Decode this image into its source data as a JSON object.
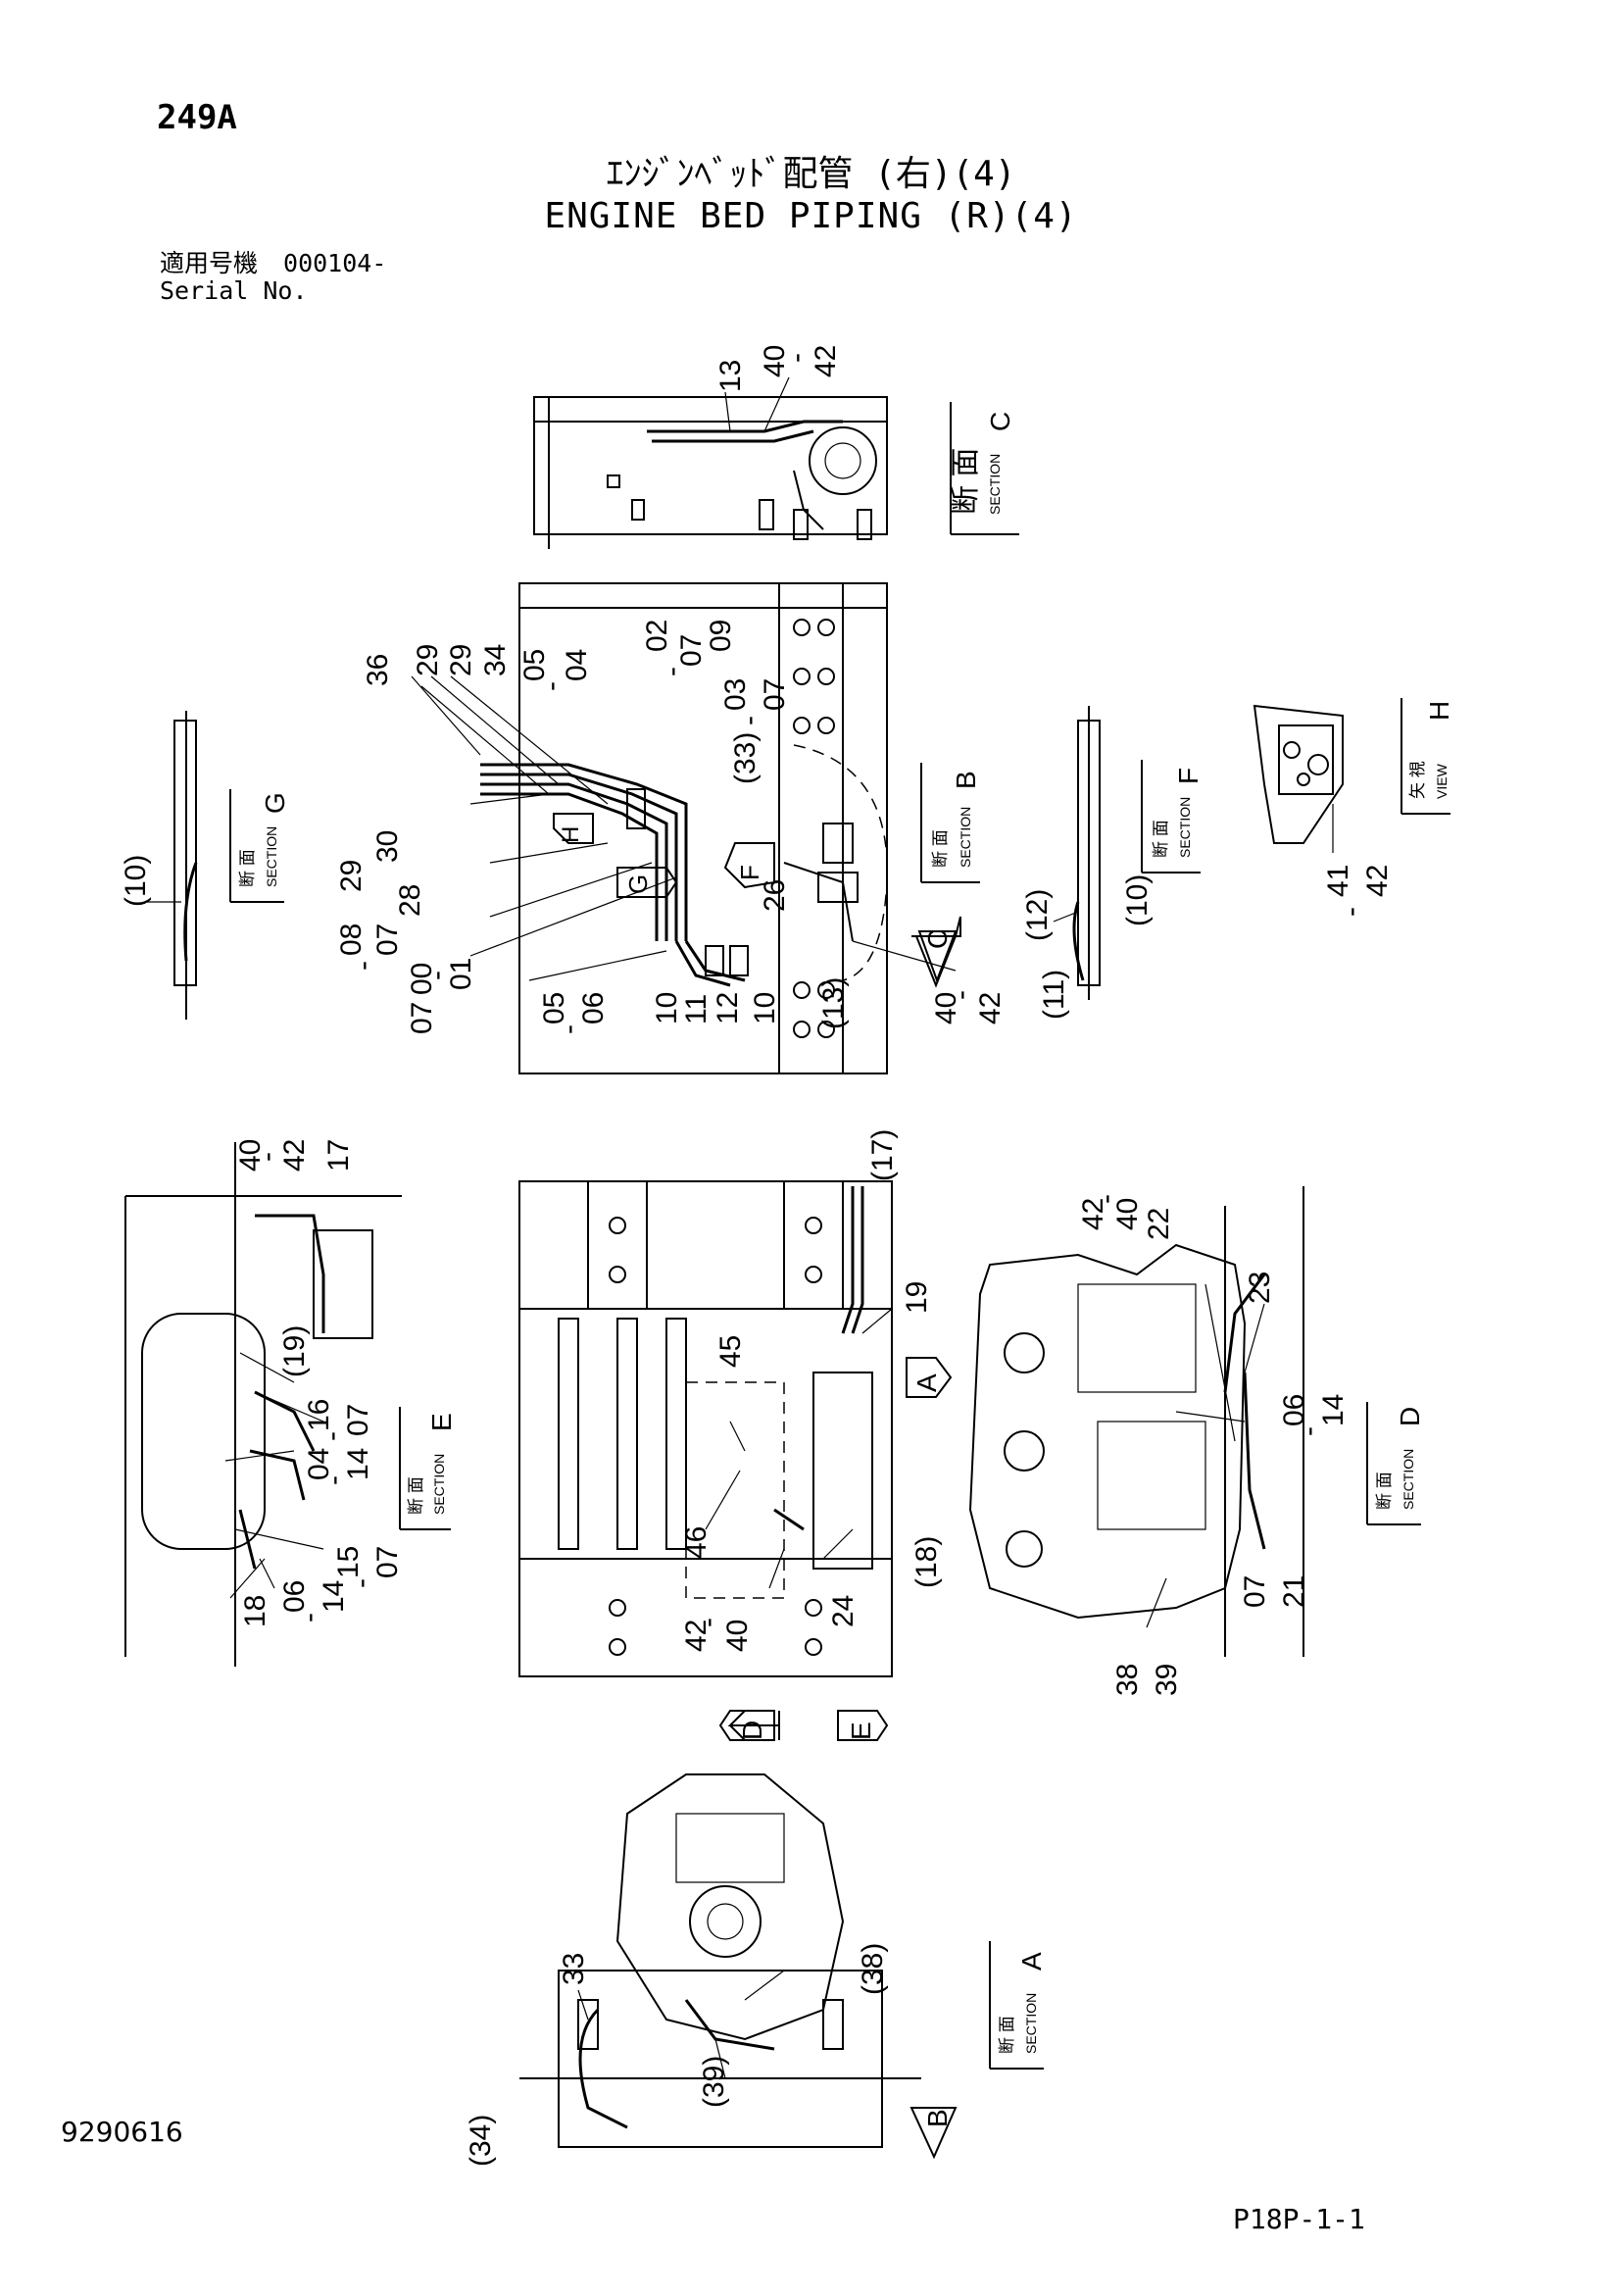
{
  "header": {
    "page_number": "249A",
    "title_jp": "ｴﾝｼﾞﾝﾍﾞｯﾄﾞ配管 (右)(4)",
    "title_en": "ENGINE BED PIPING (R)(4)",
    "serial_label_jp": "適用号機",
    "serial_value": "000104-",
    "serial_label_en": "Serial No."
  },
  "footer": {
    "doc_code": "9290616",
    "page_code": "P18P-1-1"
  },
  "sections": {
    "C": {
      "jp": "断 面",
      "en": "SECTION",
      "letter": "C"
    },
    "B": {
      "jp": "断 面",
      "en": "SECTION",
      "letter": "B"
    },
    "G": {
      "jp": "断 面",
      "en": "SECTION",
      "letter": "G"
    },
    "F": {
      "jp": "断 面",
      "en": "SECTION",
      "letter": "F"
    },
    "H": {
      "jp": "矢 視",
      "en": "VIEW",
      "letter": "H"
    },
    "E": {
      "jp": "断 面",
      "en": "SECTION",
      "letter": "E"
    },
    "D": {
      "jp": "断 面",
      "en": "SECTION",
      "letter": "D"
    },
    "A": {
      "jp": "断 面",
      "en": "SECTION",
      "letter": "A"
    }
  },
  "arrows": {
    "C": "C",
    "G": "G",
    "F": "F",
    "H": "H",
    "A": "A",
    "D": "D",
    "E": "E",
    "B": "B"
  },
  "callouts": {
    "sec_c": [
      "13",
      "40",
      "-",
      "42"
    ],
    "sec_b": [
      "36",
      "29",
      "29",
      "34",
      "05",
      "-",
      "04",
      "02",
      "-",
      "07",
      "09",
      "03",
      "-",
      "07",
      "(33)",
      "30",
      "29",
      "28",
      "08",
      "-",
      "07",
      "00",
      "07",
      "-",
      "01",
      "05",
      "-",
      "06",
      "10",
      "11",
      "12",
      "10",
      "(13)",
      "26",
      "40",
      "-",
      "42"
    ],
    "sec_g": [
      "(10)"
    ],
    "sec_f": [
      "(12)",
      "(11)",
      "(10)"
    ],
    "view_h": [
      "41",
      "-",
      "42"
    ],
    "sec_e": [
      "40",
      "-",
      "42",
      "17",
      "(19)",
      "16",
      "-",
      "07",
      "04",
      "-",
      "14",
      "18",
      "06",
      "-",
      "14",
      "15",
      "-",
      "07"
    ],
    "plan": [
      "(17)",
      "19",
      "45",
      "46",
      "(18)",
      "24",
      "42",
      "-",
      "40"
    ],
    "sec_d": [
      "42",
      "-",
      "40",
      "22",
      "23",
      "06",
      "-",
      "14",
      "07",
      "21",
      "38",
      "39"
    ],
    "sec_a": [
      "33",
      "(38)",
      "(39)",
      "(34)"
    ]
  }
}
